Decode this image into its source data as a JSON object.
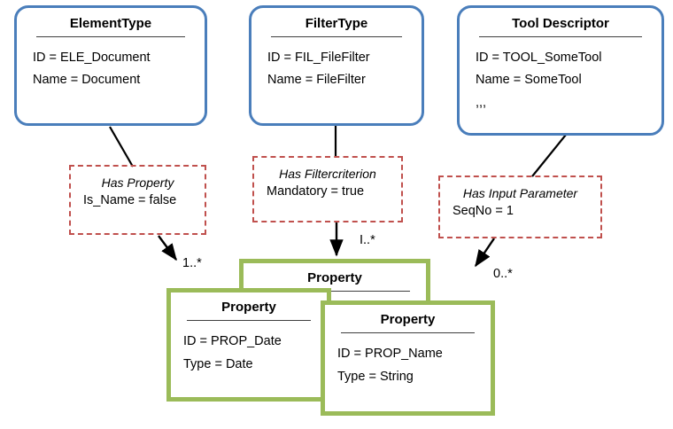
{
  "diagram": {
    "title": "Instance level model of ElementType, FilterType and Tool Descriptor with Property objects",
    "colors": {
      "entity_border": "#4A7EBB",
      "association_border": "#C0504D",
      "property_border": "#9BBB59",
      "connector": "#000000",
      "text": "#000000",
      "background": "#FFFFFF"
    }
  },
  "entities": [
    {
      "id": "element-type",
      "title": "ElementType",
      "lines": [
        "ID = ELE_Document",
        "Name = Document"
      ]
    },
    {
      "id": "filter-type",
      "title": "FilterType",
      "lines": [
        "ID = FIL_FileFilter",
        "Name = FileFilter"
      ]
    },
    {
      "id": "tool-descriptor",
      "title": "Tool Descriptor",
      "lines": [
        "ID = TOOL_SomeTool",
        "Name = SomeTool",
        ",,,"
      ]
    }
  ],
  "associations": [
    {
      "id": "has-property",
      "title": "Has Property",
      "attribute": "Is_Name = false",
      "multiplicity": "1..*"
    },
    {
      "id": "has-filtercriterion",
      "title": "Has Filtercriterion",
      "attribute": "Mandatory = true",
      "multiplicity": "I..*"
    },
    {
      "id": "has-input-parameter",
      "title": "Has Input Parameter",
      "attribute": "SeqNo = 1",
      "multiplicity": "0..*"
    }
  ],
  "properties": [
    {
      "id": "property-back",
      "title": "Property",
      "lines": []
    },
    {
      "id": "property-date",
      "title": "Property",
      "lines": [
        "ID = PROP_Date",
        "Type = Date"
      ]
    },
    {
      "id": "property-name",
      "title": "Property",
      "lines": [
        "ID = PROP_Name",
        "Type = String"
      ]
    }
  ]
}
